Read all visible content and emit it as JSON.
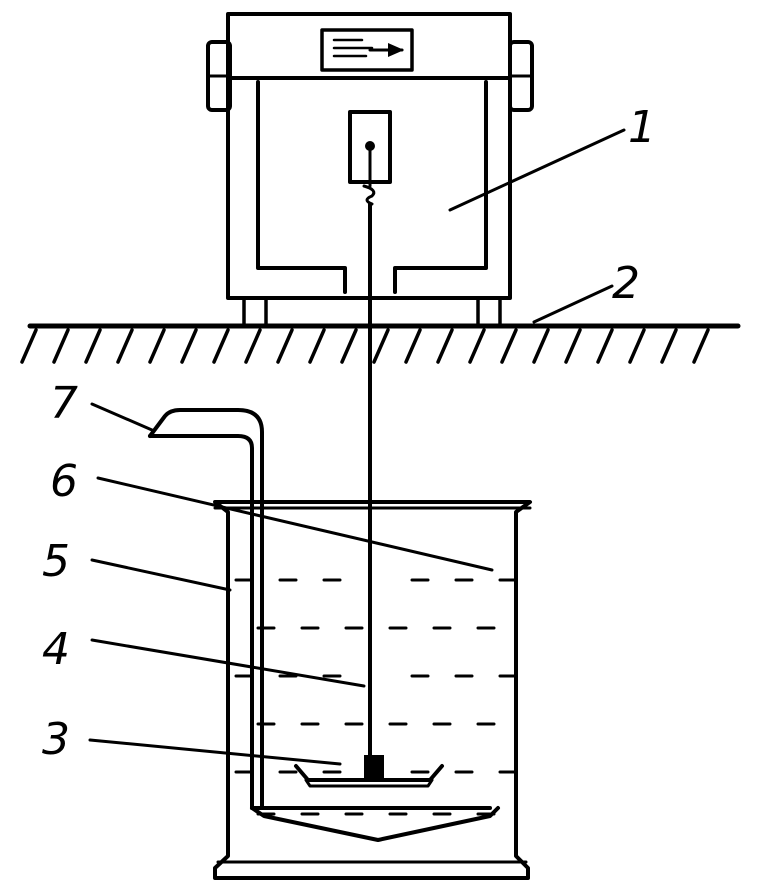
{
  "colors": {
    "ink": "#000000",
    "paper": "#ffffff"
  },
  "icons": [
    "label-plate-icon"
  ],
  "callouts": [
    {
      "id": "c1",
      "text": "1"
    },
    {
      "id": "c2",
      "text": "2"
    },
    {
      "id": "c3",
      "text": "3"
    },
    {
      "id": "c4",
      "text": "4"
    },
    {
      "id": "c5",
      "text": "5"
    },
    {
      "id": "c6",
      "text": "6"
    },
    {
      "id": "c7",
      "text": "7"
    }
  ]
}
